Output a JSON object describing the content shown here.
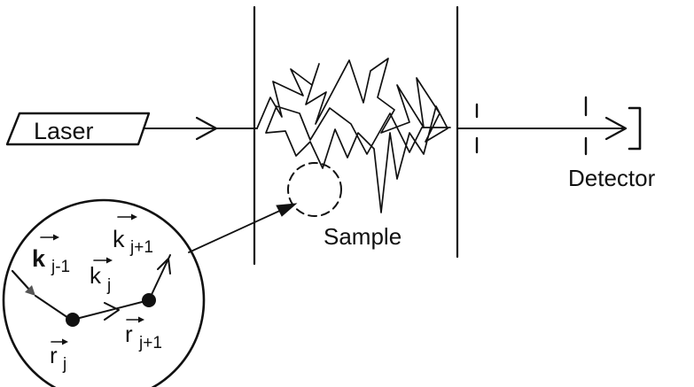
{
  "labels": {
    "laser": "Laser",
    "sample": "Sample",
    "detector": "Detector"
  },
  "vectors": {
    "k_prev": {
      "base": "k",
      "sub": "j-1"
    },
    "k_cur": {
      "base": "k",
      "sub": "j"
    },
    "k_next": {
      "base": "k",
      "sub": "j+1"
    },
    "r_cur": {
      "base": "r",
      "sub": "j"
    },
    "r_next": {
      "base": "r",
      "sub": "j+1"
    }
  },
  "colors": {
    "ink": "#111111",
    "background": "#ffffff"
  }
}
